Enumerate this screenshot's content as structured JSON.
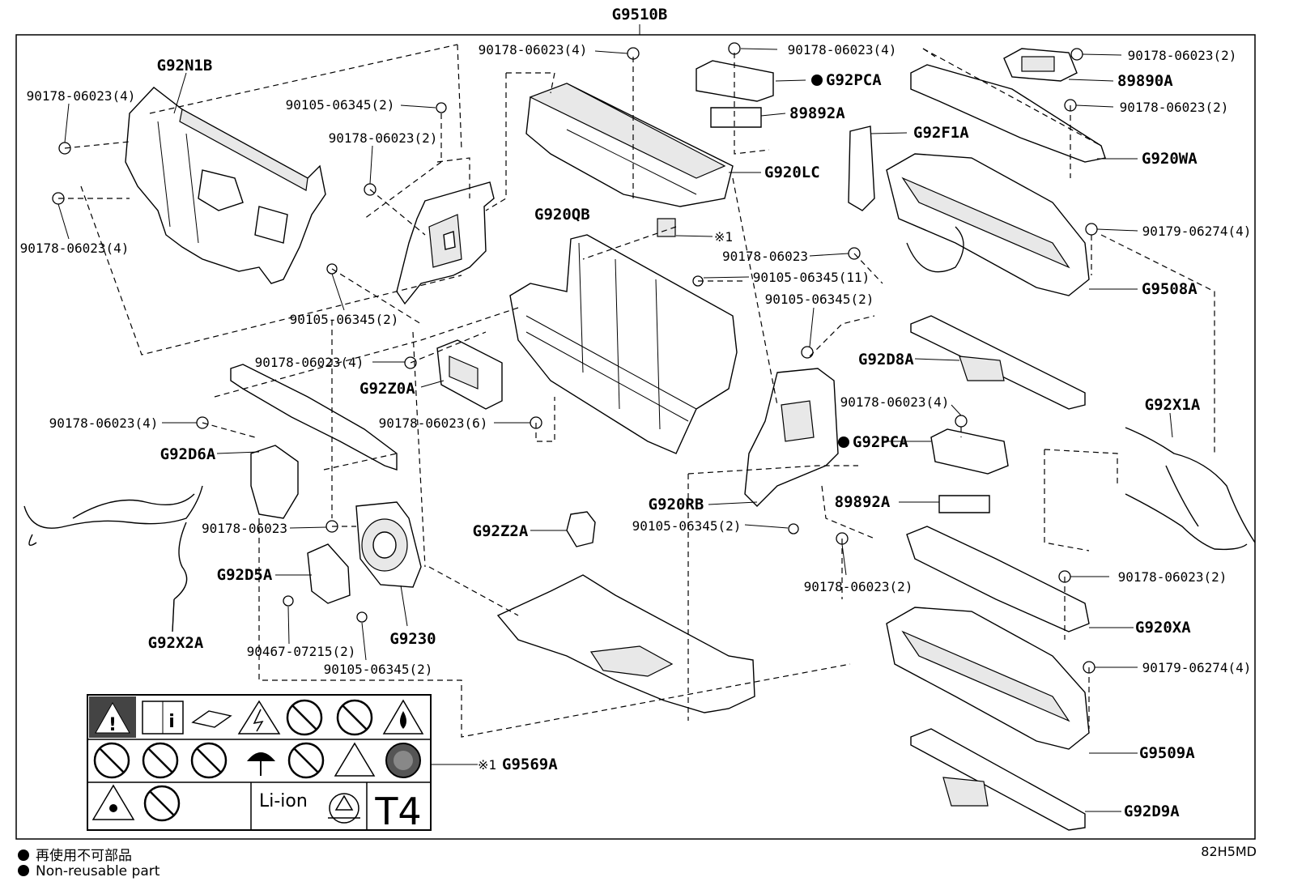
{
  "top_label": "G9510B",
  "code": "82H5MD",
  "legend": {
    "jp": "再使用不可部品",
    "en": "Non-reusable part"
  },
  "labels": {
    "g92n1b": "G92N1B",
    "b_90178_4_tl": "90178-06023(4)",
    "b_90178_4_l": "90178-06023(4)",
    "b_90105_2_a": "90105-06345(2)",
    "b_90178_2_a": "90178-06023(2)",
    "b_90105_2_b": "90105-06345(2)",
    "g920qb": "G920QB",
    "b_90178_4_top": "90178-06023(4)",
    "g920lc": "G920LC",
    "note1_mark": "※1",
    "b_90178_4_pc": "90178-06023(4)",
    "g92pca_top": "G92PCA",
    "p89892a_top": "89892A",
    "b_90178_2_tr": "90178-06023(2)",
    "p89890a": "89890A",
    "b_90178_2_tr2": "90178-06023(2)",
    "g920wa": "G920WA",
    "g92f1a": "G92F1A",
    "b_90179_4_a": "90179-06274(4)",
    "g9508a": "G9508A",
    "b_90178_single_m": "90178-06023",
    "b_90105_11": "90105-06345(11)",
    "b_90105_2_c": "90105-06345(2)",
    "g92d8a": "G92D8A",
    "b_90178_4_m": "90178-06023(4)",
    "g92z0a": "G92Z0A",
    "b_90178_4_l2": "90178-06023(4)",
    "b_90178_6": "90178-06023(6)",
    "g92d6a": "G92D6A",
    "b_90178_single_l": "90178-06023",
    "g92d5a": "G92D5A",
    "g92x2a": "G92X2A",
    "b_90467_2": "90467-07215(2)",
    "b_90105_2_d": "90105-06345(2)",
    "g9230": "G9230",
    "g92z2a": "G92Z2A",
    "g920rb": "G920RB",
    "b_90105_2_e": "90105-06345(2)",
    "b_90178_2_b": "90178-06023(2)",
    "b_90178_4_r": "90178-06023(4)",
    "g92pca_mid": "G92PCA",
    "p89892a_mid": "89892A",
    "g92x1a": "G92X1A",
    "b_90178_2_r": "90178-06023(2)",
    "g920xa": "G920XA",
    "b_90179_4_b": "90179-06274(4)",
    "g9509a": "G9509A",
    "g92d9a": "G92D9A",
    "g9569a": "G9569A",
    "note1_g9569a": "※1"
  },
  "warning_label": {
    "liion": "Li-ion",
    "t4": "T4"
  }
}
